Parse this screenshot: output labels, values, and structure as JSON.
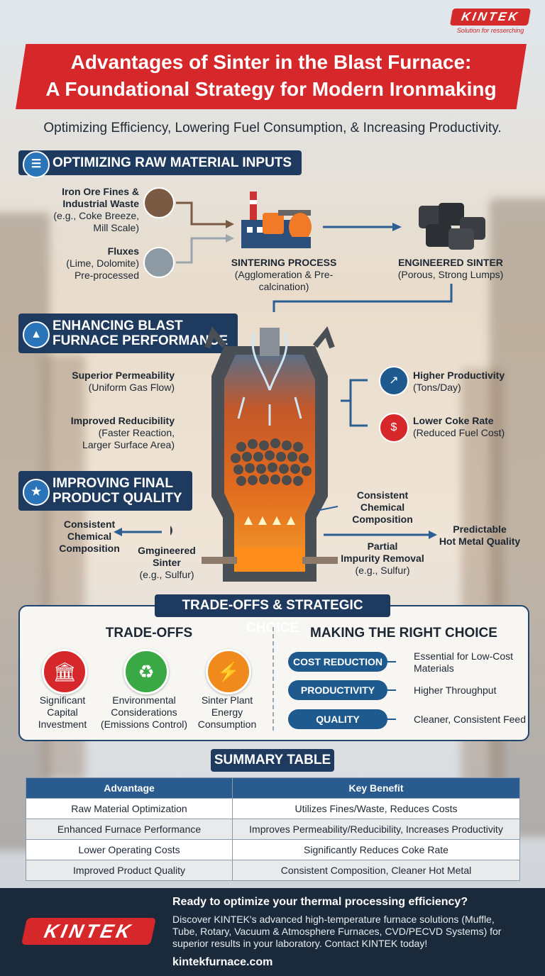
{
  "brand": {
    "logo_text": "KINTEK",
    "tagline": "Solution for resserching"
  },
  "title": {
    "line1": "Advantages of Sinter in the Blast Furnace:",
    "line2": "A Foundational Strategy for Modern Ironmaking"
  },
  "subtitle": "Optimizing Efficiency, Lowering Fuel Consumption, & Increasing Productivity.",
  "section1": {
    "heading": "OPTIMIZING RAW MATERIAL INPUTS",
    "input1": {
      "title_line1": "Iron Ore Fines &",
      "title_line2": "Industrial Waste",
      "detail_line1": "(e.g., Coke Breeze,",
      "detail_line2": "Mill Scale)"
    },
    "input2": {
      "title": "Fluxes",
      "detail_line1": "(Lime, Dolomite)",
      "detail_line2": "Pre-processed"
    },
    "process": {
      "title": "SINTERING PROCESS",
      "detail": "(Agglomeration & Pre-calcination)"
    },
    "output": {
      "title": "ENGINEERED SINTER",
      "detail": "(Porous, Strong Lumps)"
    }
  },
  "section2": {
    "heading_line1": "ENHANCING BLAST",
    "heading_line2": "FURNACE PERFORMANCE",
    "perm": {
      "title": "Superior Permeability",
      "detail": "(Uniform Gas Flow)"
    },
    "reduc": {
      "title": "Improved Reducibility",
      "detail_line1": "(Faster Reaction,",
      "detail_line2": "Larger Surface Area)"
    },
    "prod": {
      "title": "Higher Productivity",
      "detail": "(Tons/Day)"
    },
    "coke": {
      "title": "Lower Coke Rate",
      "detail": "(Reduced Fuel Cost)"
    }
  },
  "section3": {
    "heading_line1": "IMPROVING FINAL",
    "heading_line2": "PRODUCT QUALITY",
    "left_comp": {
      "line1": "Consistent",
      "line2": "Chemical",
      "line3": "Composition"
    },
    "sinter": {
      "line1": "Gmgineered",
      "line2": "Sinter",
      "line3": "(e.g., Sulfur)"
    },
    "right_comp": {
      "line1": "Consistent",
      "line2": "Chemical",
      "line3": "Composition"
    },
    "impurity": {
      "line1": "Partial",
      "line2": "Impurity Removal",
      "line3": "(e.g., Sulfur)"
    },
    "hot_metal": {
      "line1": "Predictable",
      "line2": "Hot Metal Quality"
    }
  },
  "tradeoffs": {
    "heading": "TRADE-OFFS & STRATEGIC CHOICE",
    "left_title": "TRADE-OFFS",
    "items": [
      {
        "line1": "Significant",
        "line2": "Capital",
        "line3": "Investment",
        "icon": "bank-icon",
        "color": "#d6282b"
      },
      {
        "line1": "Environmental",
        "line2": "Considerations",
        "line3": "(Emissions Control)",
        "icon": "recycle-icon",
        "color": "#3aa845"
      },
      {
        "line1": "Sinter Plant",
        "line2": "Energy",
        "line3": "Consumption",
        "icon": "lightning-icon",
        "color": "#f08a1c"
      }
    ],
    "right_title": "MAKING THE RIGHT CHOICE",
    "choices": [
      {
        "label": "COST REDUCTION",
        "desc_line1": "Essential for Low-Cost",
        "desc_line2": "Materials"
      },
      {
        "label": "PRODUCTIVITY",
        "desc_line1": "Higher Throughput",
        "desc_line2": ""
      },
      {
        "label": "QUALITY",
        "desc_line1": "Cleaner, Consistent Feed",
        "desc_line2": ""
      }
    ]
  },
  "summary": {
    "heading": "SUMMARY TABLE",
    "columns": [
      "Advantage",
      "Key Benefit"
    ],
    "rows": [
      [
        "Raw Material Optimization",
        "Utilizes Fines/Waste, Reduces Costs"
      ],
      [
        "Enhanced Furnace Performance",
        "Improves Permeability/Reducibility, Increases Productivity"
      ],
      [
        "Lower Operating Costs",
        "Significantly Reduces Coke Rate"
      ],
      [
        "Improved Product Quality",
        "Consistent Composition, Cleaner Hot Metal"
      ]
    ]
  },
  "footer": {
    "logo_text": "KINTEK",
    "headline": "Ready to optimize your thermal processing efficiency?",
    "body_line1": "Discover KINTEK's advanced high-temperature furnace solutions (Muffle,",
    "body_line2": "Tube, Rotary, Vacuum & Atmosphere Furnaces, CVD/PECVD Systems) for",
    "body_line3": "superior results in your laboratory. Contact KINTEK today!",
    "url": "kintekfurnace.com"
  }
}
